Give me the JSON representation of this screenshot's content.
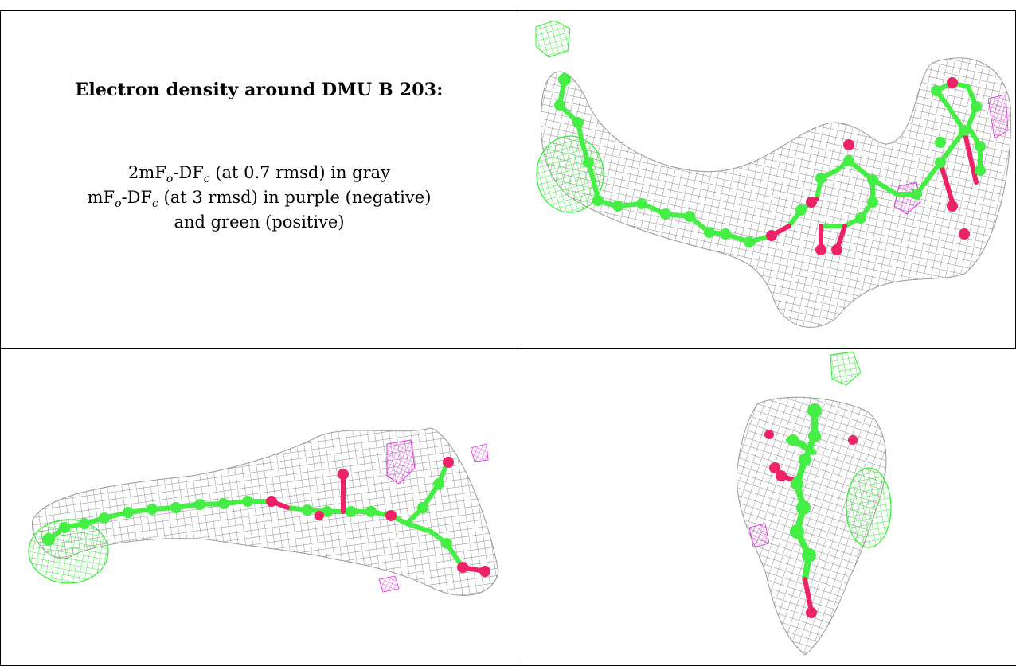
{
  "caption": {
    "title": "Electron density around DMU B 203:",
    "line1": {
      "pre": "2mF",
      "sub1": "o",
      "mid": "-DF",
      "sub2": "c",
      "post": " (at 0.7 rmsd) in gray"
    },
    "line2": {
      "pre": "mF",
      "sub1": "o",
      "mid": "-DF",
      "sub2": "c",
      "post": " (at 3 rmsd) in purple (negative)"
    },
    "line3": "and green (positive)"
  },
  "colors": {
    "mesh_2fofc": "#8c8c8c",
    "mesh_negative": "#e030e0",
    "mesh_positive": "#33ee33",
    "carbon_atom": "#44ee44",
    "oxygen_atom": "#ee2266",
    "border": "#000000"
  },
  "views": [
    {
      "id": "view-1",
      "icon": "molecule-view-icon"
    },
    {
      "id": "view-2",
      "icon": "molecule-view-icon"
    },
    {
      "id": "view-3",
      "icon": "molecule-view-icon"
    }
  ]
}
